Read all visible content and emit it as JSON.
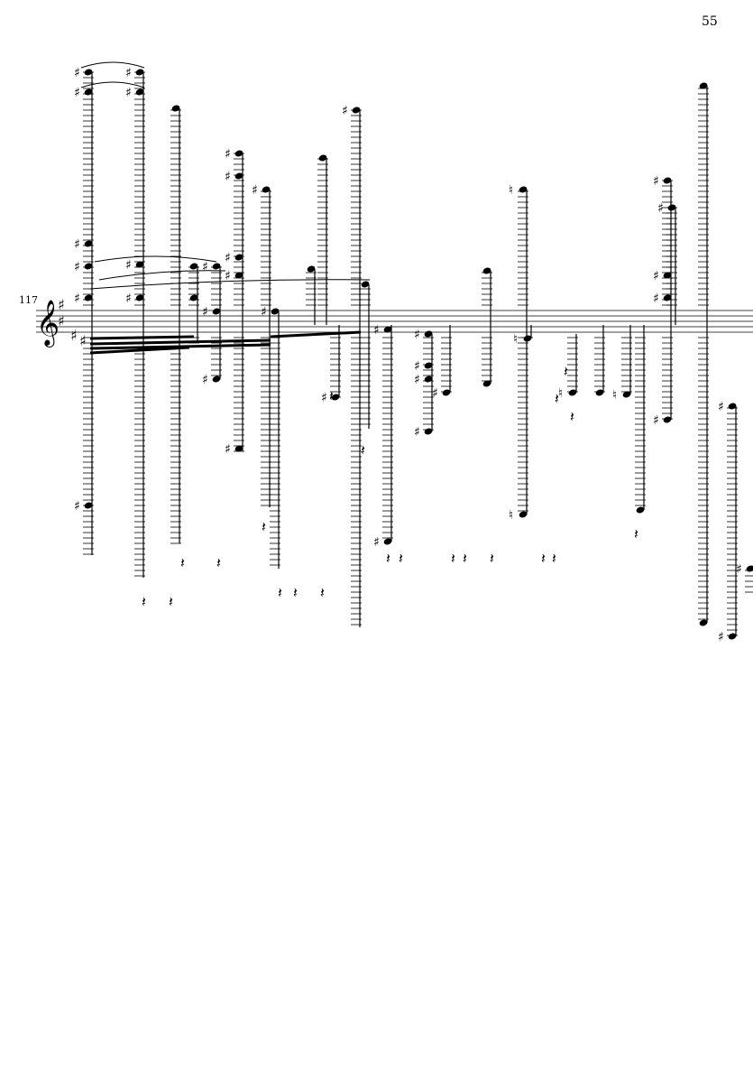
{
  "page": {
    "page_number": "55",
    "measure_number": "117"
  },
  "staff": {
    "clef": "treble-clef",
    "clef_glyph": "𝄞",
    "key_signature": [
      "sharp",
      "sharp",
      "sharp",
      "sharp"
    ],
    "ink_color": "#000000"
  }
}
